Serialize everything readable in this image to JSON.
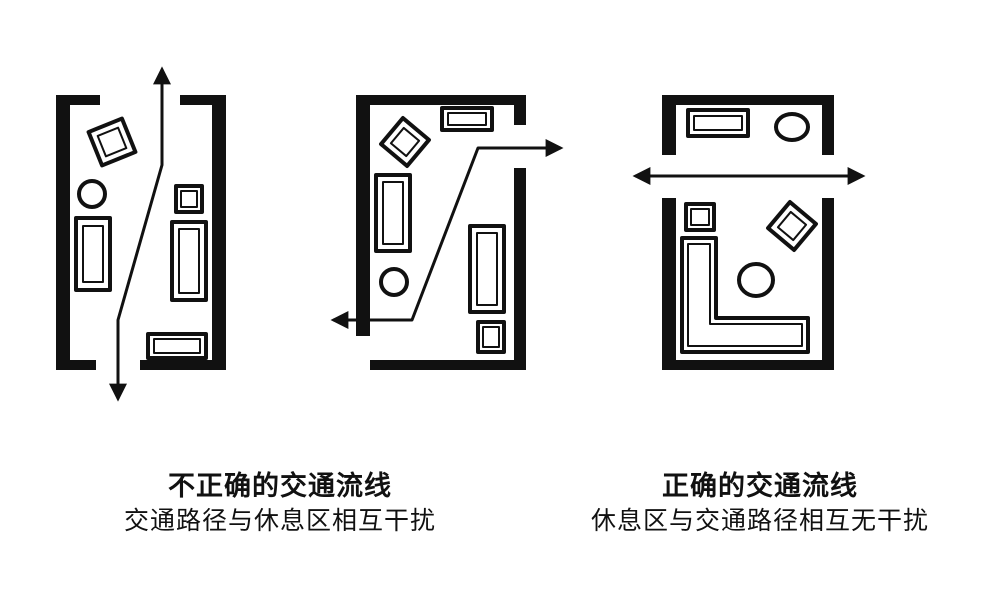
{
  "captions": {
    "incorrect": {
      "title": "不正确的交通流线",
      "subtitle": "交通路径与休息区相互干扰"
    },
    "correct": {
      "title": "正确的交通流线",
      "subtitle": "休息区与交通路径相互无干扰"
    }
  }
}
